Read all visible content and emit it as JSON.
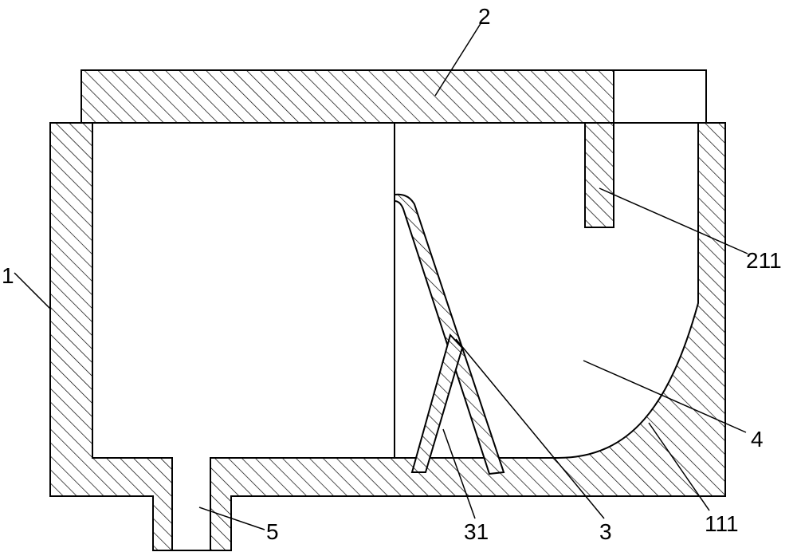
{
  "labels": {
    "housing": "1",
    "lid": "2",
    "lid_tab": "211",
    "baffle": "3",
    "baffle_brace": "31",
    "chamber": "4",
    "curved_bottom": "111",
    "outlet": "5"
  },
  "colors": {
    "line": "#000000",
    "background": "#ffffff"
  }
}
